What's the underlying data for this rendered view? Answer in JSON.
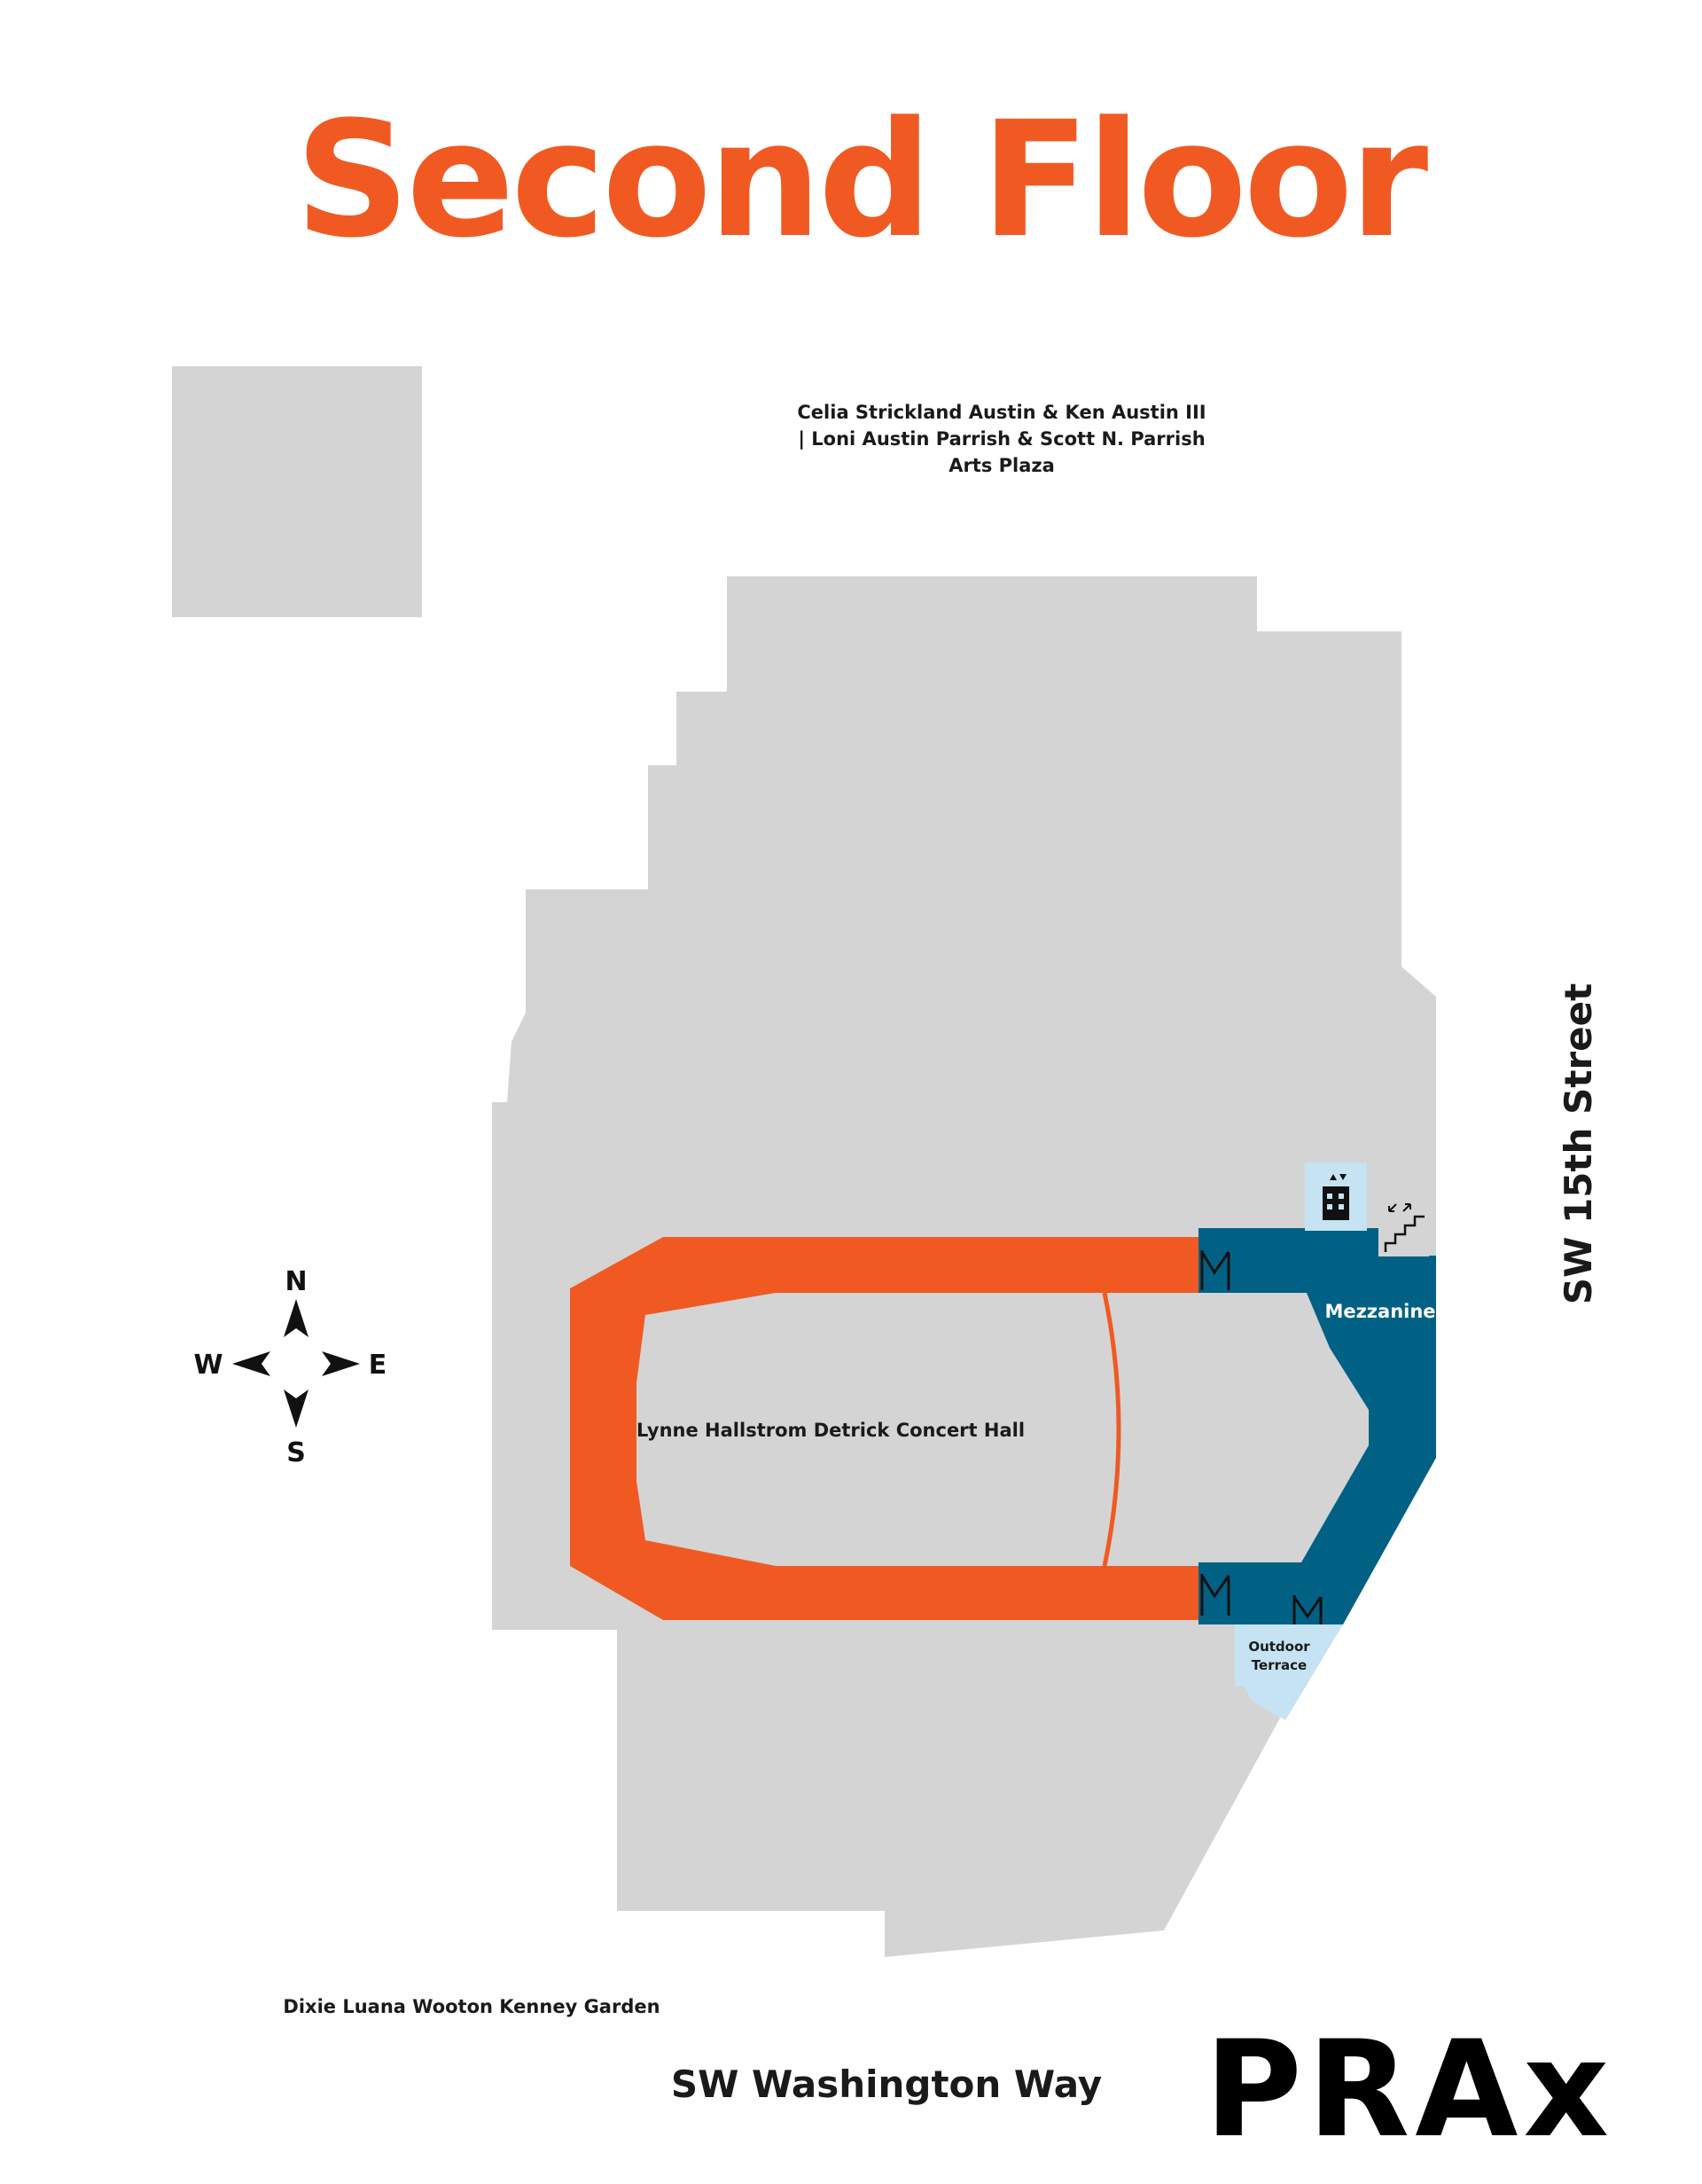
{
  "title": "Second Floor",
  "plaza_lines": [
    "Celia Strickland Austin & Ken Austin III",
    "| Loni Austin Parrish & Scott N. Parrish",
    "Arts Plaza"
  ],
  "concert_hall_label": "Lynne Hallstrom Detrick Concert Hall",
  "mezzanine_label": "Mezzanine",
  "terrace_lines": [
    "Outdoor",
    "Terrace"
  ],
  "garden_label": "Dixie Luana Wooton Kenney Garden",
  "street_east": "SW 15th Street",
  "street_south": "SW Washington Way",
  "logo": "PRAx",
  "compass": {
    "north": "N",
    "south": "S",
    "east": "E",
    "west": "W"
  },
  "icons": {
    "elevator": "elevator-icon",
    "stairs": "stairs-icon",
    "doors": "door-icon"
  },
  "colors": {
    "title": "#f05a22",
    "building": "#d4d4d4",
    "concert_hall_aisle": "#f05a22",
    "mezzanine": "#006185",
    "terrace": "#c5e3f2",
    "elevator_bg": "#c5e3f2"
  }
}
